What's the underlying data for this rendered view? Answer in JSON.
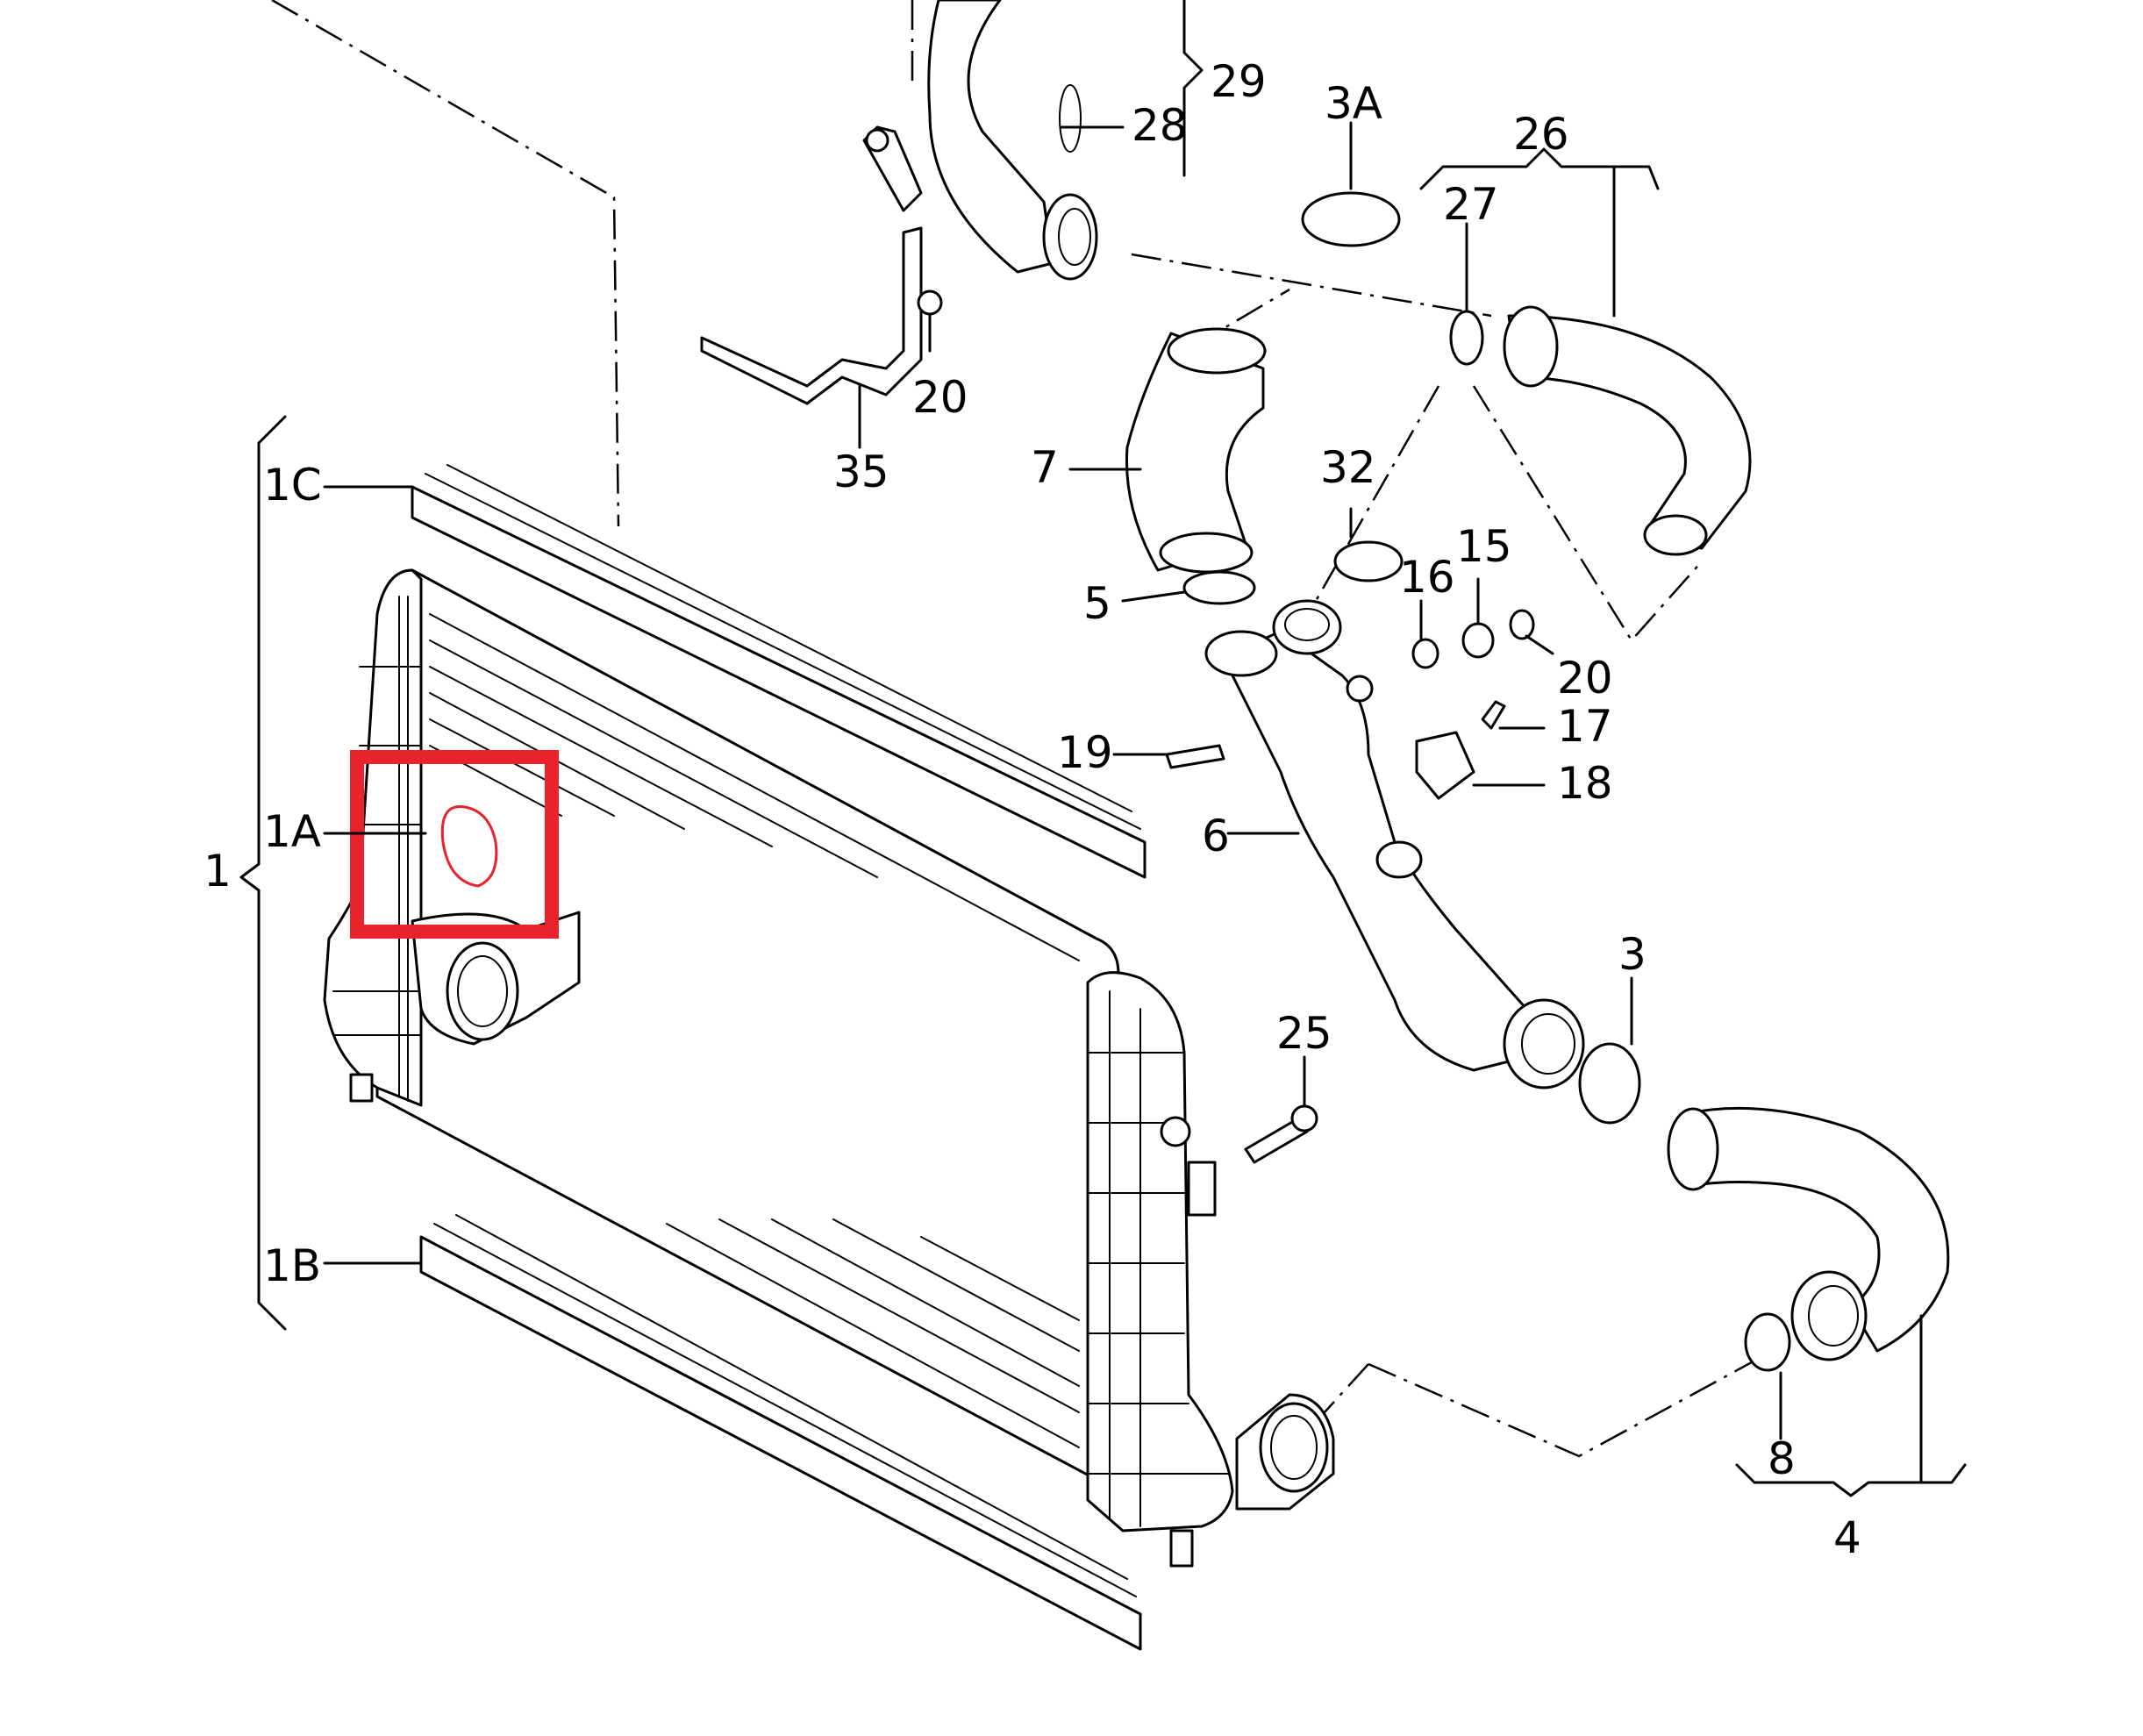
{
  "labels": {
    "l1": "1",
    "l1A": "1A",
    "l1B": "1B",
    "l1C": "1C",
    "l3": "3",
    "l3A": "3A",
    "l4": "4",
    "l5": "5",
    "l6": "6",
    "l7": "7",
    "l8": "8",
    "l15": "15",
    "l16": "16",
    "l17": "17",
    "l18": "18",
    "l19": "19",
    "l20a": "20",
    "l20b": "20",
    "l25": "25",
    "l26": "26",
    "l27": "27",
    "l28": "28",
    "l29": "29",
    "l32": "32",
    "l35": "35"
  },
  "colors": {
    "line": "#000000",
    "highlight": "#e8232b",
    "background": "#ffffff"
  }
}
